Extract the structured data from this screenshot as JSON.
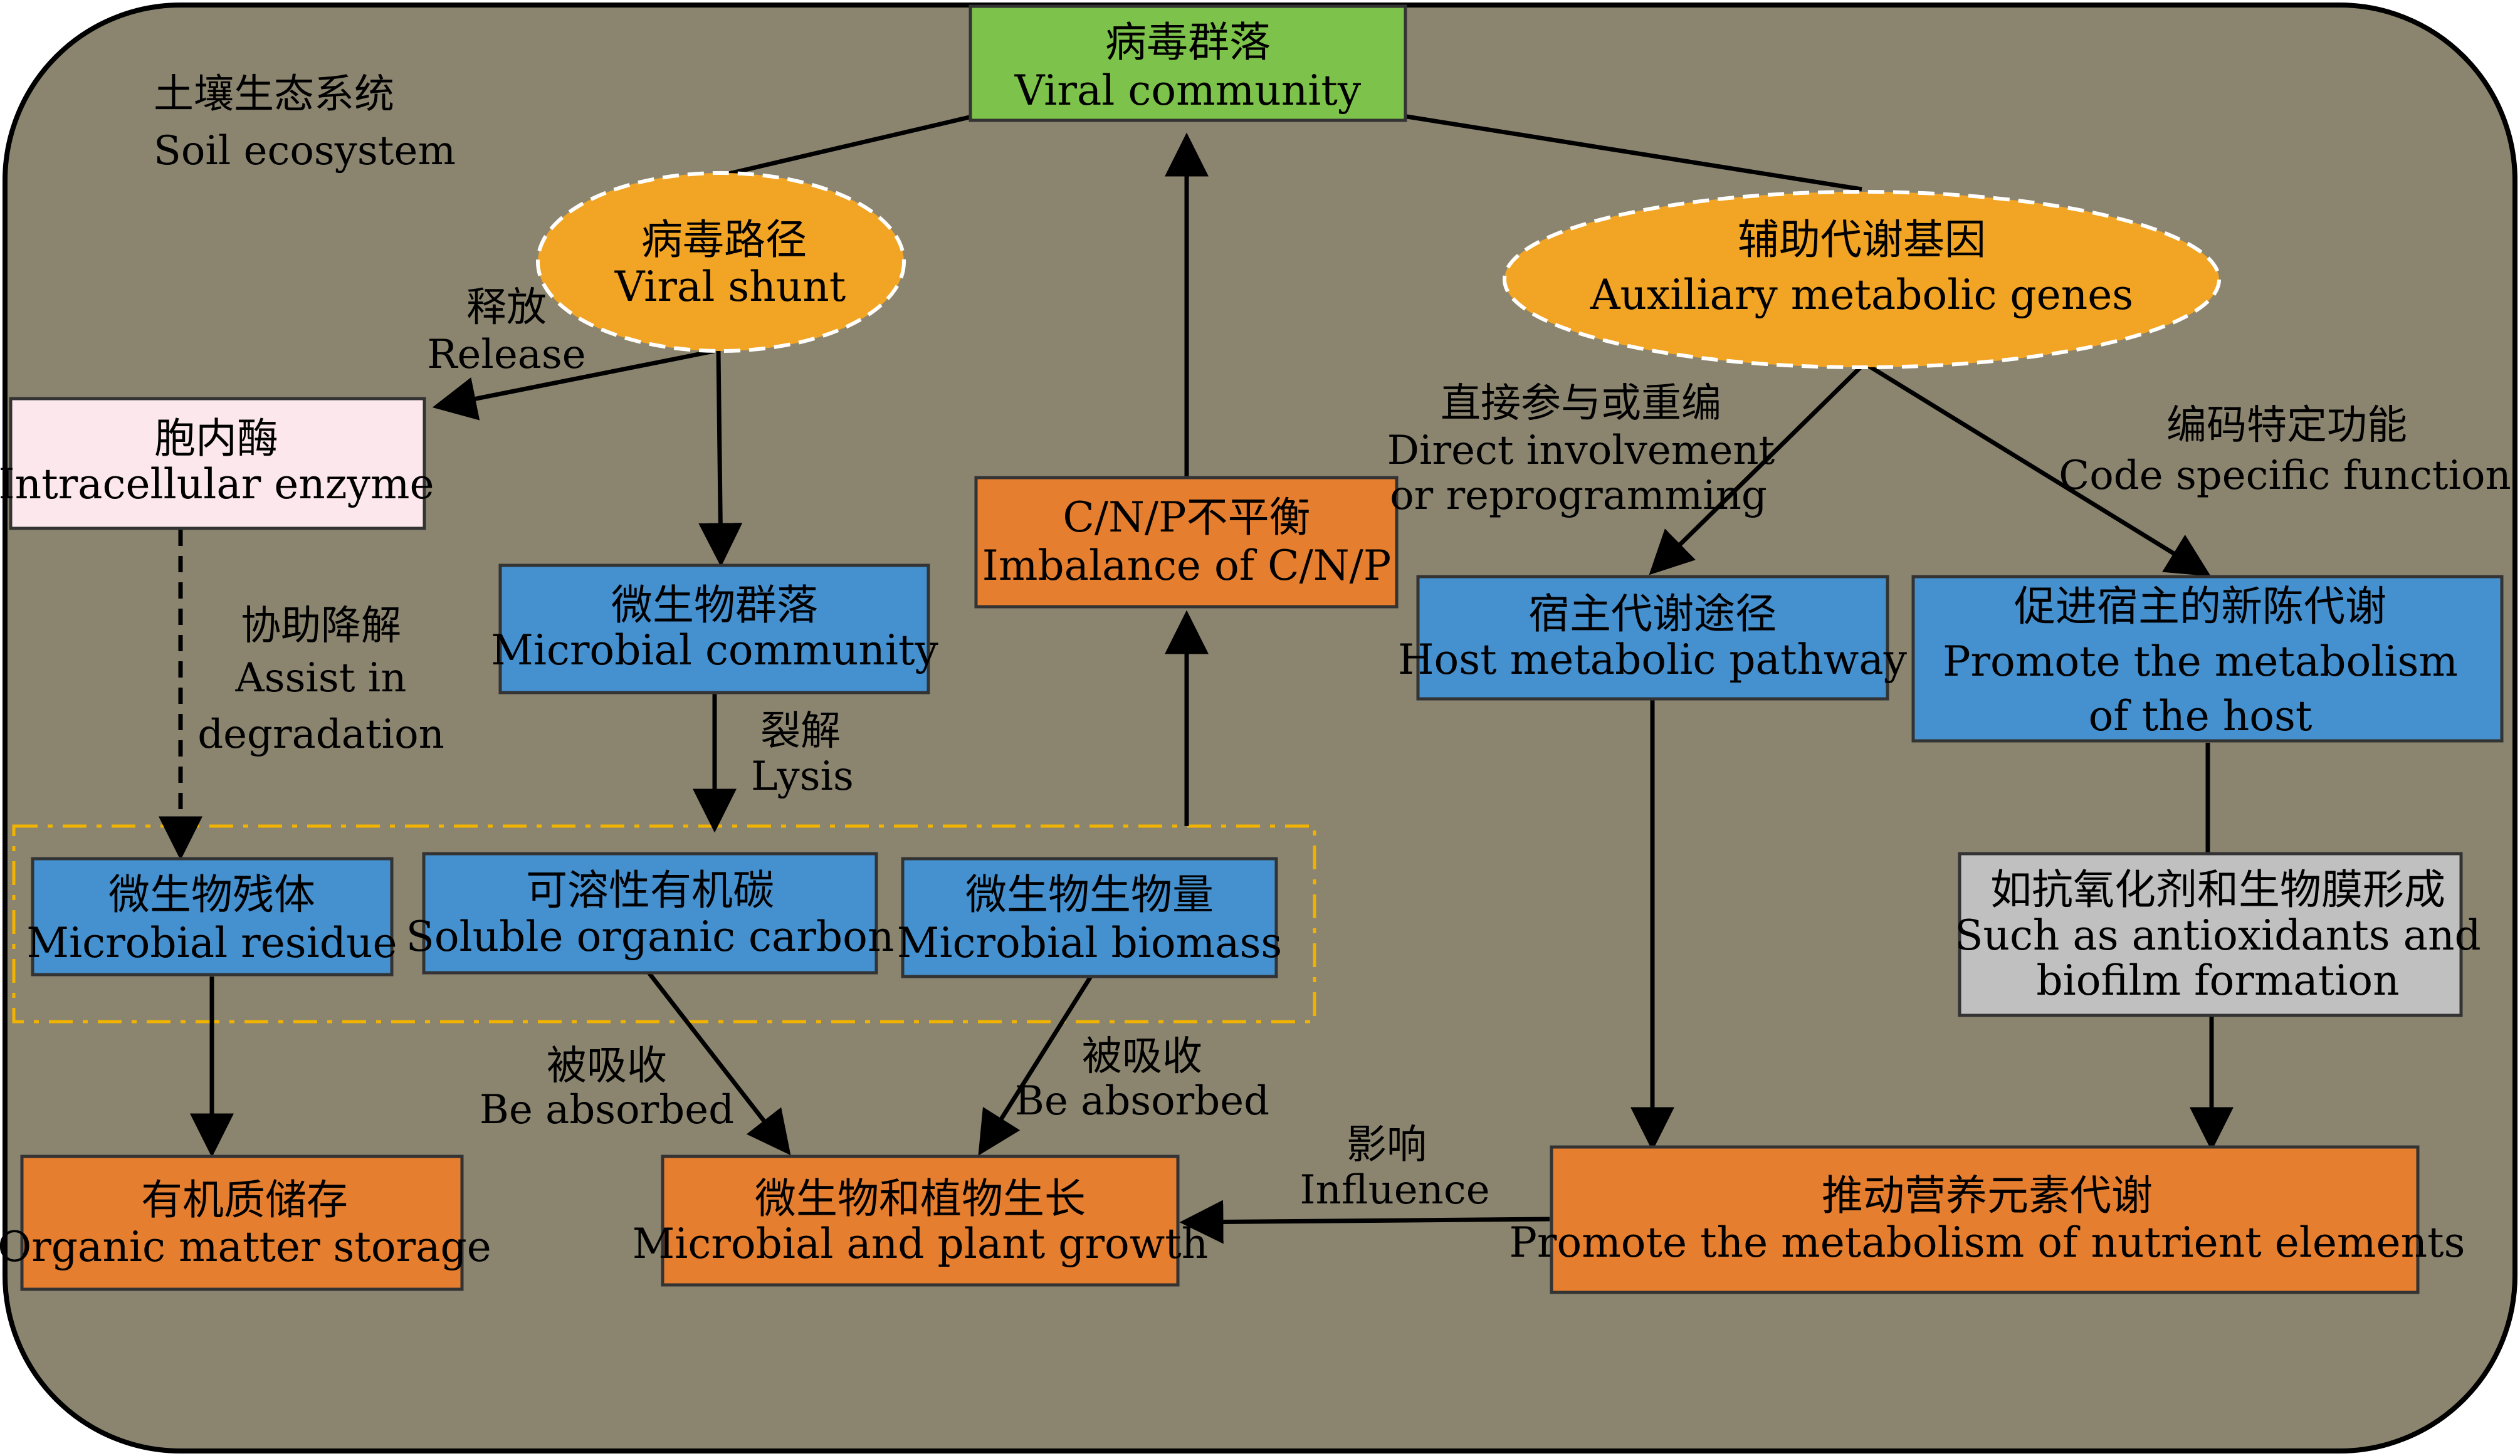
{
  "colors": {
    "background": "#8b8570",
    "green": "#7dc24a",
    "blue": "#4590cf",
    "orange": "#e67e2f",
    "ellipse": "#f2a424",
    "pink": "#fbe7ec",
    "gray": "#c0c0c0",
    "dashed_group": "#f2b200"
  },
  "ecosystem": {
    "cn": "土壤生态系统",
    "en": "Soil ecosystem"
  },
  "nodes": {
    "viral_community": {
      "cn": "病毒群落",
      "en": "Viral community"
    },
    "viral_shunt": {
      "cn": "病毒路径",
      "en": "Viral shunt"
    },
    "amg": {
      "cn": "辅助代谢基因",
      "en": "Auxiliary metabolic genes"
    },
    "intracellular_enzyme": {
      "cn": "胞内酶",
      "en": "Intracellular enzyme"
    },
    "microbial_community": {
      "cn": "微生物群落",
      "en": "Microbial community"
    },
    "imbalance": {
      "cn": "C/N/P不平衡",
      "en": "Imbalance of C/N/P"
    },
    "host_pathway": {
      "cn": "宿主代谢途径",
      "en": "Host metabolic pathway"
    },
    "promote_host": {
      "cn": "促进宿主的新陈代谢",
      "en1": "Promote the metabolism",
      "en2": "of the host"
    },
    "microbial_residue": {
      "cn": "微生物残体",
      "en": "Microbial residue"
    },
    "soluble_carbon": {
      "cn": "可溶性有机碳",
      "en": "Soluble organic carbon"
    },
    "microbial_biomass": {
      "cn": "微生物生物量",
      "en": "Microbial biomass"
    },
    "antioxidants": {
      "cn": "如抗氧化剂和生物膜形成",
      "en1": "Such as antioxidants and",
      "en2": "biofilm formation"
    },
    "organic_storage": {
      "cn": "有机质储存",
      "en": "Organic matter storage"
    },
    "growth": {
      "cn": "微生物和植物生长",
      "en": "Microbial and plant growth"
    },
    "nutrient": {
      "cn": "推动营养元素代谢",
      "en": "Promote the metabolism of nutrient elements"
    }
  },
  "labels": {
    "release": {
      "cn": "释放",
      "en": "Release"
    },
    "assist": {
      "cn": "协助降解",
      "en1": "Assist in",
      "en2": "degradation"
    },
    "lysis": {
      "cn": "裂解",
      "en": "Lysis"
    },
    "direct": {
      "cn": "直接参与或重编",
      "en1": "Direct involvement",
      "en2": "or reprogramming"
    },
    "code": {
      "cn": "编码特定功能",
      "en": "Code specific function"
    },
    "absorbed_left": {
      "cn": "被吸收",
      "en": "Be absorbed"
    },
    "absorbed_right": {
      "cn": "被吸收",
      "en": "Be absorbed"
    },
    "influence": {
      "cn": "影响",
      "en": "Influence"
    }
  }
}
